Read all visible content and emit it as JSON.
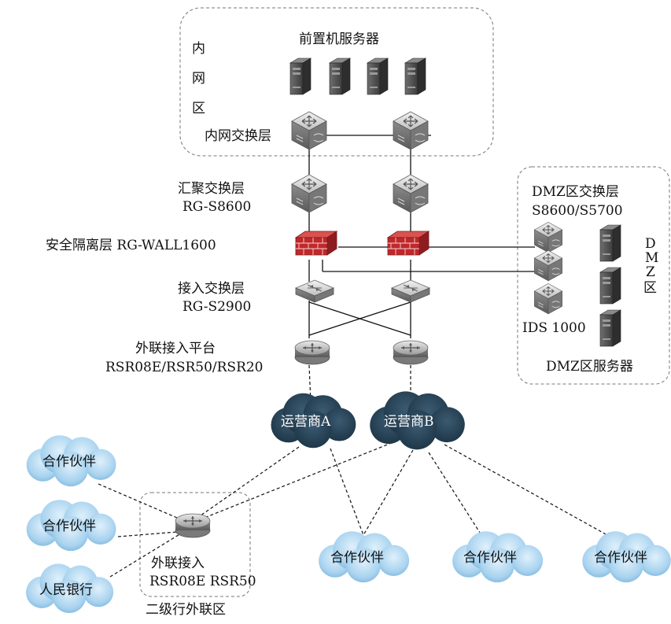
{
  "zones": {
    "inner_zone_label": [
      "内",
      "网",
      "区"
    ],
    "front_servers_label": "前置机服务器",
    "inner_switch_layer_label": "内网交换层",
    "dmz_switch_layer_label": "DMZ区交换层",
    "dmz_switch_model": "S8600/S5700",
    "dmz_zone_label": [
      "D",
      "M",
      "Z",
      "区"
    ],
    "ids_label": "IDS 1000",
    "dmz_servers_label": "DMZ区服务器",
    "second_level_zone_label": "二级行外联区"
  },
  "layers": {
    "aggregation": {
      "name": "汇聚交换层",
      "model": "RG-S8600"
    },
    "security": {
      "name": "安全隔离层 RG-WALL1600"
    },
    "access": {
      "name": "接入交换层",
      "model": "RG-S2900"
    },
    "external_platform": {
      "name": "外联接入平台",
      "model": "RSR08E/RSR50/RSR20"
    },
    "external_access": {
      "name": "外联接入",
      "model": "RSR08E RSR50"
    }
  },
  "clouds": {
    "carrier_a": "运营商A",
    "carrier_b": "运营商B",
    "partner": "合作伙伴",
    "pboc": "人民银行"
  },
  "colors": {
    "cloud_dark": "#1f3a4d",
    "cloud_light": "#a9d3ef",
    "device_gray": "#9a9a9a",
    "firewall_red": "#c0282a",
    "server_dark": "#4a4a4a"
  }
}
